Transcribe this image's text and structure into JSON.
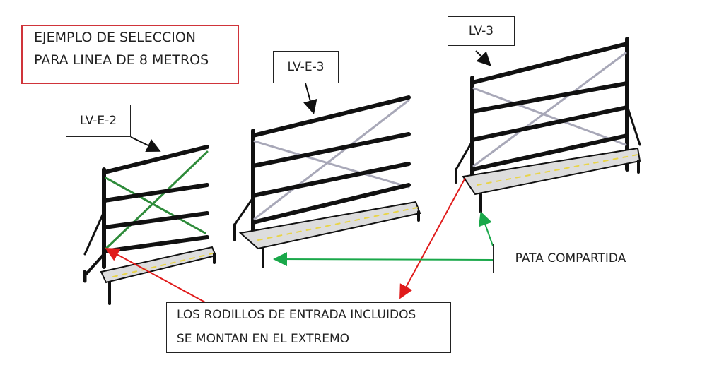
{
  "title": {
    "line1": "EJEMPLO DE SELECCION",
    "line2": "PARA LINEA DE 8 METROS"
  },
  "labels": {
    "rack_left": "LV-E-2",
    "rack_middle": "LV-E-3",
    "rack_right": "LV-3"
  },
  "callouts": {
    "shared_leg": "PATA COMPARTIDA",
    "rollers_line1": "LOS RODILLOS DE ENTRADA INCLUIDOS",
    "rollers_line2": "SE MONTAN EN EL EXTREMO"
  },
  "colors": {
    "title_border": "#d0343a",
    "red_arrow": "#e01b1b",
    "green_arrow": "#1aa84a",
    "green_brace": "#2e8b3a",
    "grey_brace": "#a8a8b8",
    "roller": "#e8d44a"
  }
}
